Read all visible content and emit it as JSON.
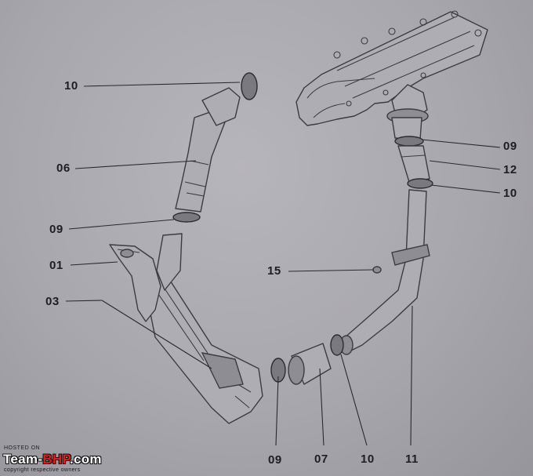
{
  "diagram": {
    "callouts": {
      "c10_top": "10",
      "c06": "06",
      "c09_left": "09",
      "c01": "01",
      "c03": "03",
      "c09_right": "09",
      "c12": "12",
      "c10_right": "10",
      "c15": "15",
      "c09_bottom": "09",
      "c07": "07",
      "c10_bottom": "10",
      "c11": "11"
    }
  },
  "watermark": {
    "hosted_on": "HOSTED ON",
    "brand_part1": "Team-",
    "brand_part2": "BHP",
    "brand_part3": ".com",
    "copyright": "copyright respective owners"
  },
  "colors": {
    "background": "#a7a6ac",
    "line": "#3c3b40",
    "watermark_red": "#e21b1b"
  }
}
